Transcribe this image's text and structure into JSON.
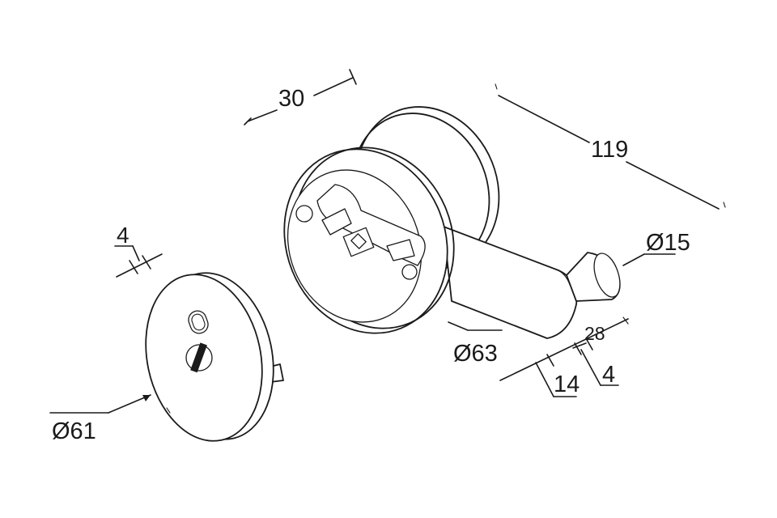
{
  "dimensions": {
    "width_30": "30",
    "length_119": "119",
    "diameter_15": "Ø15",
    "diameter_63": "Ø63",
    "diameter_61": "Ø61",
    "thickness_4_top": "4",
    "offset_28": "28",
    "spacing_14": "14",
    "thickness_4_bottom": "4"
  }
}
